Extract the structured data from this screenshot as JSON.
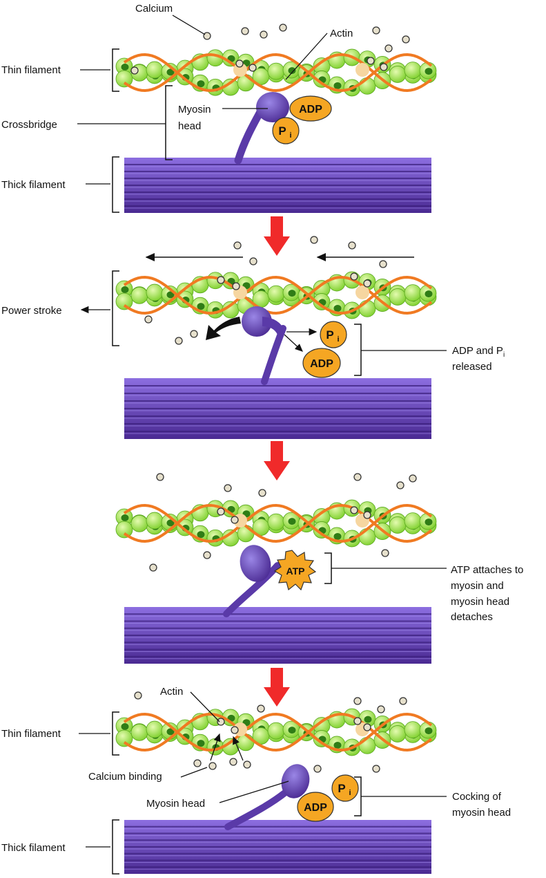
{
  "title": "Crossbridge cycle of muscle contraction",
  "colors": {
    "actin_light": "#b8ec6a",
    "actin_mid": "#7ccf2a",
    "actin_dark": "#2f7d16",
    "tropomyosin": "#f07a22",
    "binding_site": "#f6d6a0",
    "calcium": "#e6e0cc",
    "myosin": "#5a3aa8",
    "myosin_light": "#8a72d8",
    "thick_dark": "#4a2a92",
    "thick_light": "#8c6ee0",
    "molecule_fill": "#f5a623",
    "step_arrow": "#f02a2a",
    "line": "#111111"
  },
  "stages": [
    {
      "id": "binding",
      "labels": {
        "calcium": "Calcium",
        "actin": "Actin",
        "thin_filament": "Thin filament",
        "crossbridge": "Crossbridge",
        "myosin_head": [
          "Myosin",
          "head"
        ],
        "thick_filament": "Thick filament"
      },
      "molecules": {
        "adp": "ADP",
        "pi": "P",
        "pi_sub": "i"
      }
    },
    {
      "id": "power-stroke",
      "labels": {
        "power_stroke": "Power stroke",
        "released": [
          "ADP and P",
          "i",
          "released"
        ]
      },
      "molecules": {
        "adp": "ADP",
        "pi": "P",
        "pi_sub": "i"
      }
    },
    {
      "id": "detach",
      "labels": {
        "atp_attaches": [
          "ATP attaches to",
          "myosin and",
          "myosin head",
          "detaches"
        ]
      },
      "molecules": {
        "atp": "ATP"
      }
    },
    {
      "id": "cocking",
      "labels": {
        "actin": "Actin",
        "thin_filament": "Thin filament",
        "calcium_binding": "Calcium binding",
        "myosin_head": "Myosin head",
        "cocking": [
          "Cocking of",
          "myosin head"
        ],
        "thick_filament": "Thick filament"
      },
      "molecules": {
        "adp": "ADP",
        "pi": "P",
        "pi_sub": "i"
      }
    }
  ]
}
